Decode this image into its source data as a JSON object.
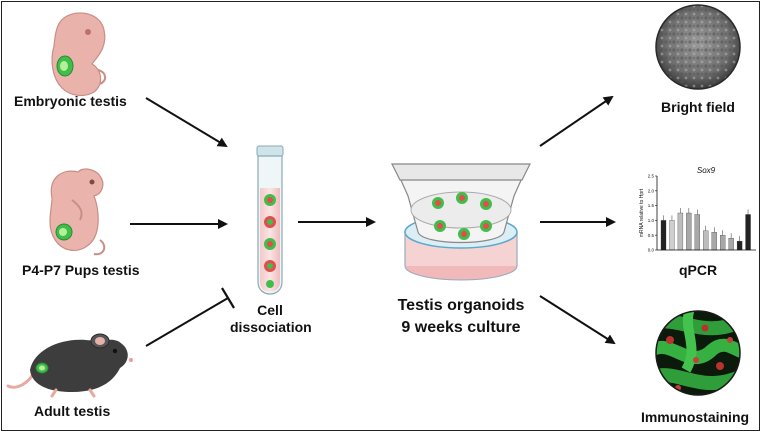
{
  "sources": {
    "embryonic": "Embryonic testis",
    "pups": "P4-P7 Pups testis",
    "adult": "Adult testis"
  },
  "process": {
    "dissociation": "Cell\ndissociation",
    "culture_line1": "Testis organoids",
    "culture_line2": "9 weeks culture"
  },
  "outputs": {
    "bright_field": "Bright field",
    "qpcr": "qPCR",
    "immunostaining": "Immunostaining"
  },
  "qpcr_chart": {
    "title": "Sox9",
    "ylabel": "mRNA relative to Hprt",
    "yticks": [
      "2.5",
      "2.0",
      "1.5",
      "1.0",
      "0.5",
      "0.0"
    ],
    "values": [
      1.0,
      1.0,
      1.25,
      1.25,
      1.2,
      0.65,
      0.6,
      0.5,
      0.4,
      0.3,
      1.2
    ],
    "bar_colors": [
      "#222222",
      "#cfcfcf",
      "#bdbdbd",
      "#a8a8a8",
      "#a8a8a8",
      "#bdbdbd",
      "#a8a8a8",
      "#a8a8a8",
      "#a8a8a8",
      "#222222",
      "#222222"
    ]
  },
  "colors": {
    "arrow": "#111111",
    "embryo_skin": "#e9b3ab",
    "testis_green": "#3fbf4a",
    "mouse_body": "#3d3d3d",
    "dish_pink": "#f4c6c6",
    "stain_green": "#2f9e3a",
    "stain_red": "#b8322e"
  }
}
